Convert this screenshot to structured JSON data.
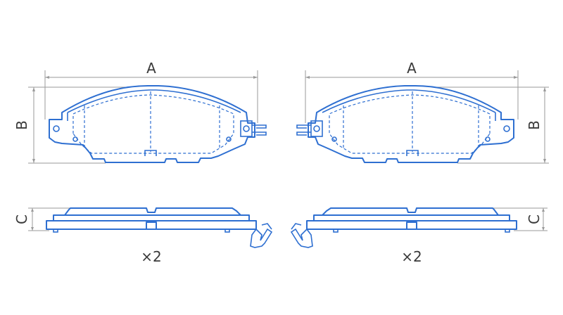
{
  "colors": {
    "line": "#2e6fd1",
    "dimension": "#9a9a9a",
    "text": "#3a3a3a"
  },
  "left": {
    "dim_a": "A",
    "dim_b": "B",
    "dim_c": "C",
    "quantity": "×2"
  },
  "right": {
    "dim_a": "A",
    "dim_b": "B",
    "dim_c": "C",
    "quantity": "×2"
  }
}
